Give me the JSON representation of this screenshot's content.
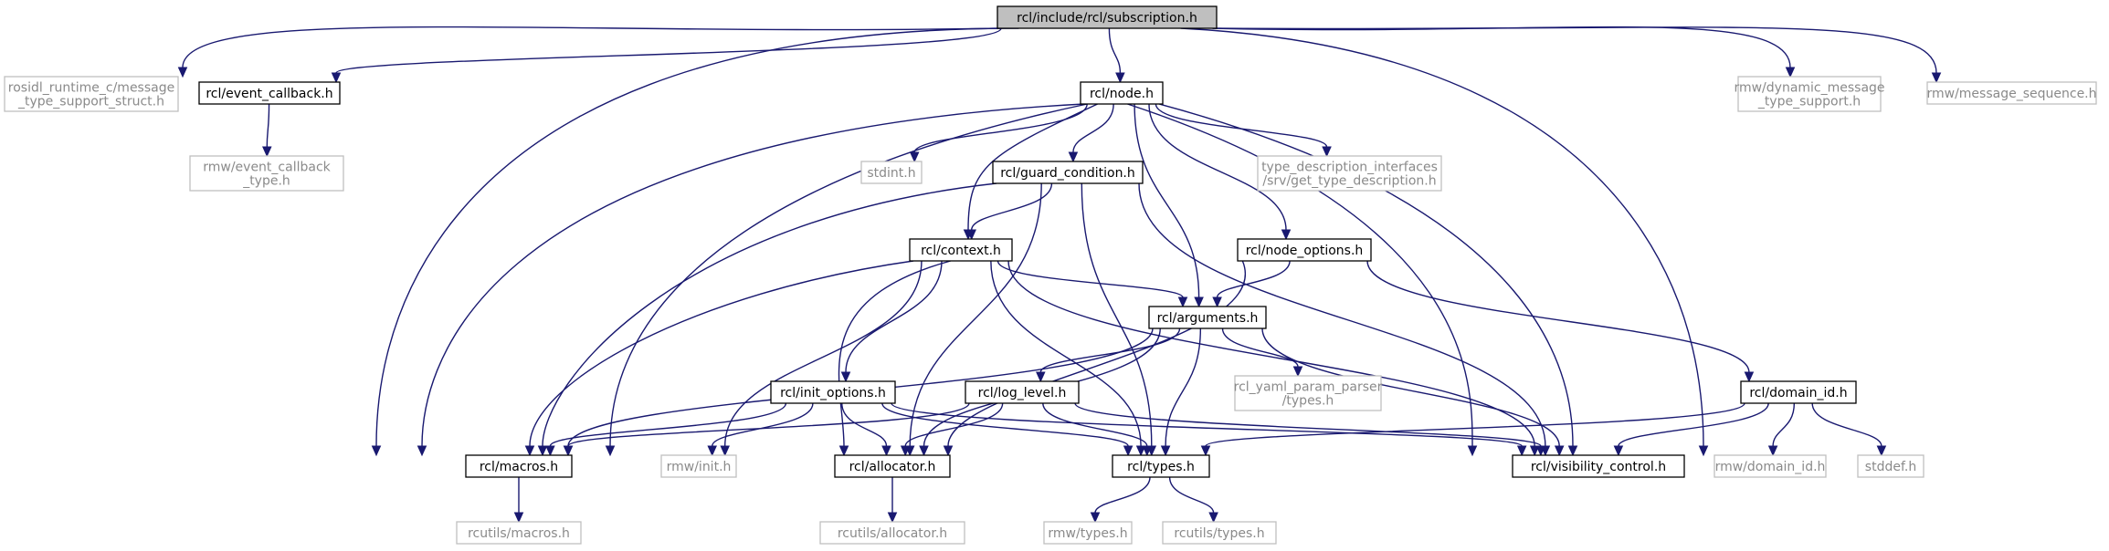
{
  "diagram": {
    "colors": {
      "edge": "#191970",
      "main_fill": "#bfbfbf",
      "local_border": "#000000",
      "external_border": "#bfbfbf",
      "external_text": "#8a8a8a"
    },
    "nodes": [
      {
        "id": "subscription",
        "kind": "main",
        "lines": [
          "rcl/include/rcl/subscription.h"
        ]
      },
      {
        "id": "rosidl_mts",
        "kind": "external",
        "lines": [
          "rosidl_runtime_c/message",
          "_type_support_struct.h"
        ]
      },
      {
        "id": "event_callback",
        "kind": "local",
        "lines": [
          "rcl/event_callback.h"
        ]
      },
      {
        "id": "node",
        "kind": "local",
        "lines": [
          "rcl/node.h"
        ]
      },
      {
        "id": "rmw_dyn",
        "kind": "external",
        "lines": [
          "rmw/dynamic_message",
          "_type_support.h"
        ]
      },
      {
        "id": "rmw_msgseq",
        "kind": "external",
        "lines": [
          "rmw/message_sequence.h"
        ]
      },
      {
        "id": "rmw_evcb",
        "kind": "external",
        "lines": [
          "rmw/event_callback",
          "_type.h"
        ]
      },
      {
        "id": "stdint",
        "kind": "external",
        "lines": [
          "stdint.h"
        ]
      },
      {
        "id": "guard_condition",
        "kind": "local",
        "lines": [
          "rcl/guard_condition.h"
        ]
      },
      {
        "id": "type_desc",
        "kind": "external",
        "lines": [
          "type_description_interfaces",
          "/srv/get_type_description.h"
        ]
      },
      {
        "id": "context",
        "kind": "local",
        "lines": [
          "rcl/context.h"
        ]
      },
      {
        "id": "node_options",
        "kind": "local",
        "lines": [
          "rcl/node_options.h"
        ]
      },
      {
        "id": "arguments",
        "kind": "local",
        "lines": [
          "rcl/arguments.h"
        ]
      },
      {
        "id": "init_options",
        "kind": "local",
        "lines": [
          "rcl/init_options.h"
        ]
      },
      {
        "id": "log_level",
        "kind": "local",
        "lines": [
          "rcl/log_level.h"
        ]
      },
      {
        "id": "yaml_types",
        "kind": "external",
        "lines": [
          "rcl_yaml_param_parser",
          "/types.h"
        ]
      },
      {
        "id": "domain_id",
        "kind": "local",
        "lines": [
          "rcl/domain_id.h"
        ]
      },
      {
        "id": "macros",
        "kind": "local",
        "lines": [
          "rcl/macros.h"
        ]
      },
      {
        "id": "rmw_init",
        "kind": "external",
        "lines": [
          "rmw/init.h"
        ]
      },
      {
        "id": "allocator",
        "kind": "local",
        "lines": [
          "rcl/allocator.h"
        ]
      },
      {
        "id": "types",
        "kind": "local",
        "lines": [
          "rcl/types.h"
        ]
      },
      {
        "id": "visibility",
        "kind": "local",
        "lines": [
          "rcl/visibility_control.h"
        ]
      },
      {
        "id": "rmw_domain_id",
        "kind": "external",
        "lines": [
          "rmw/domain_id.h"
        ]
      },
      {
        "id": "stddef",
        "kind": "external",
        "lines": [
          "stddef.h"
        ]
      },
      {
        "id": "rcutils_macros",
        "kind": "external",
        "lines": [
          "rcutils/macros.h"
        ]
      },
      {
        "id": "rcutils_allocator",
        "kind": "external",
        "lines": [
          "rcutils/allocator.h"
        ]
      },
      {
        "id": "rmw_types",
        "kind": "external",
        "lines": [
          "rmw/types.h"
        ]
      },
      {
        "id": "rcutils_types",
        "kind": "external",
        "lines": [
          "rcutils/types.h"
        ]
      }
    ],
    "edges": [
      {
        "from": "subscription",
        "to": "rosidl_mts"
      },
      {
        "from": "subscription",
        "to": "event_callback"
      },
      {
        "from": "subscription",
        "to": "node"
      },
      {
        "from": "subscription",
        "to": "rmw_dyn"
      },
      {
        "from": "subscription",
        "to": "rmw_msgseq"
      },
      {
        "from": "subscription",
        "to": "macros"
      },
      {
        "from": "subscription",
        "to": "visibility"
      },
      {
        "from": "event_callback",
        "to": "rmw_evcb"
      },
      {
        "from": "node",
        "to": "stdint"
      },
      {
        "from": "node",
        "to": "guard_condition"
      },
      {
        "from": "node",
        "to": "type_desc"
      },
      {
        "from": "node",
        "to": "context"
      },
      {
        "from": "node",
        "to": "node_options"
      },
      {
        "from": "node",
        "to": "arguments"
      },
      {
        "from": "node",
        "to": "macros"
      },
      {
        "from": "node",
        "to": "allocator"
      },
      {
        "from": "node",
        "to": "types"
      },
      {
        "from": "node",
        "to": "visibility"
      },
      {
        "from": "guard_condition",
        "to": "context"
      },
      {
        "from": "guard_condition",
        "to": "macros"
      },
      {
        "from": "guard_condition",
        "to": "allocator"
      },
      {
        "from": "guard_condition",
        "to": "types"
      },
      {
        "from": "guard_condition",
        "to": "visibility"
      },
      {
        "from": "context",
        "to": "arguments"
      },
      {
        "from": "context",
        "to": "init_options"
      },
      {
        "from": "context",
        "to": "macros"
      },
      {
        "from": "context",
        "to": "rmw_init"
      },
      {
        "from": "context",
        "to": "allocator"
      },
      {
        "from": "context",
        "to": "types"
      },
      {
        "from": "context",
        "to": "visibility"
      },
      {
        "from": "node_options",
        "to": "arguments"
      },
      {
        "from": "node_options",
        "to": "domain_id"
      },
      {
        "from": "node_options",
        "to": "allocator"
      },
      {
        "from": "arguments",
        "to": "log_level"
      },
      {
        "from": "arguments",
        "to": "yaml_types"
      },
      {
        "from": "arguments",
        "to": "macros"
      },
      {
        "from": "arguments",
        "to": "allocator"
      },
      {
        "from": "arguments",
        "to": "types"
      },
      {
        "from": "arguments",
        "to": "visibility"
      },
      {
        "from": "init_options",
        "to": "macros"
      },
      {
        "from": "init_options",
        "to": "rmw_init"
      },
      {
        "from": "init_options",
        "to": "allocator"
      },
      {
        "from": "init_options",
        "to": "types"
      },
      {
        "from": "init_options",
        "to": "visibility"
      },
      {
        "from": "log_level",
        "to": "macros"
      },
      {
        "from": "log_level",
        "to": "allocator"
      },
      {
        "from": "log_level",
        "to": "types"
      },
      {
        "from": "log_level",
        "to": "visibility"
      },
      {
        "from": "domain_id",
        "to": "types"
      },
      {
        "from": "domain_id",
        "to": "visibility"
      },
      {
        "from": "domain_id",
        "to": "rmw_domain_id"
      },
      {
        "from": "domain_id",
        "to": "stddef"
      },
      {
        "from": "macros",
        "to": "rcutils_macros"
      },
      {
        "from": "allocator",
        "to": "rcutils_allocator"
      },
      {
        "from": "types",
        "to": "rmw_types"
      },
      {
        "from": "types",
        "to": "rcutils_types"
      }
    ]
  }
}
